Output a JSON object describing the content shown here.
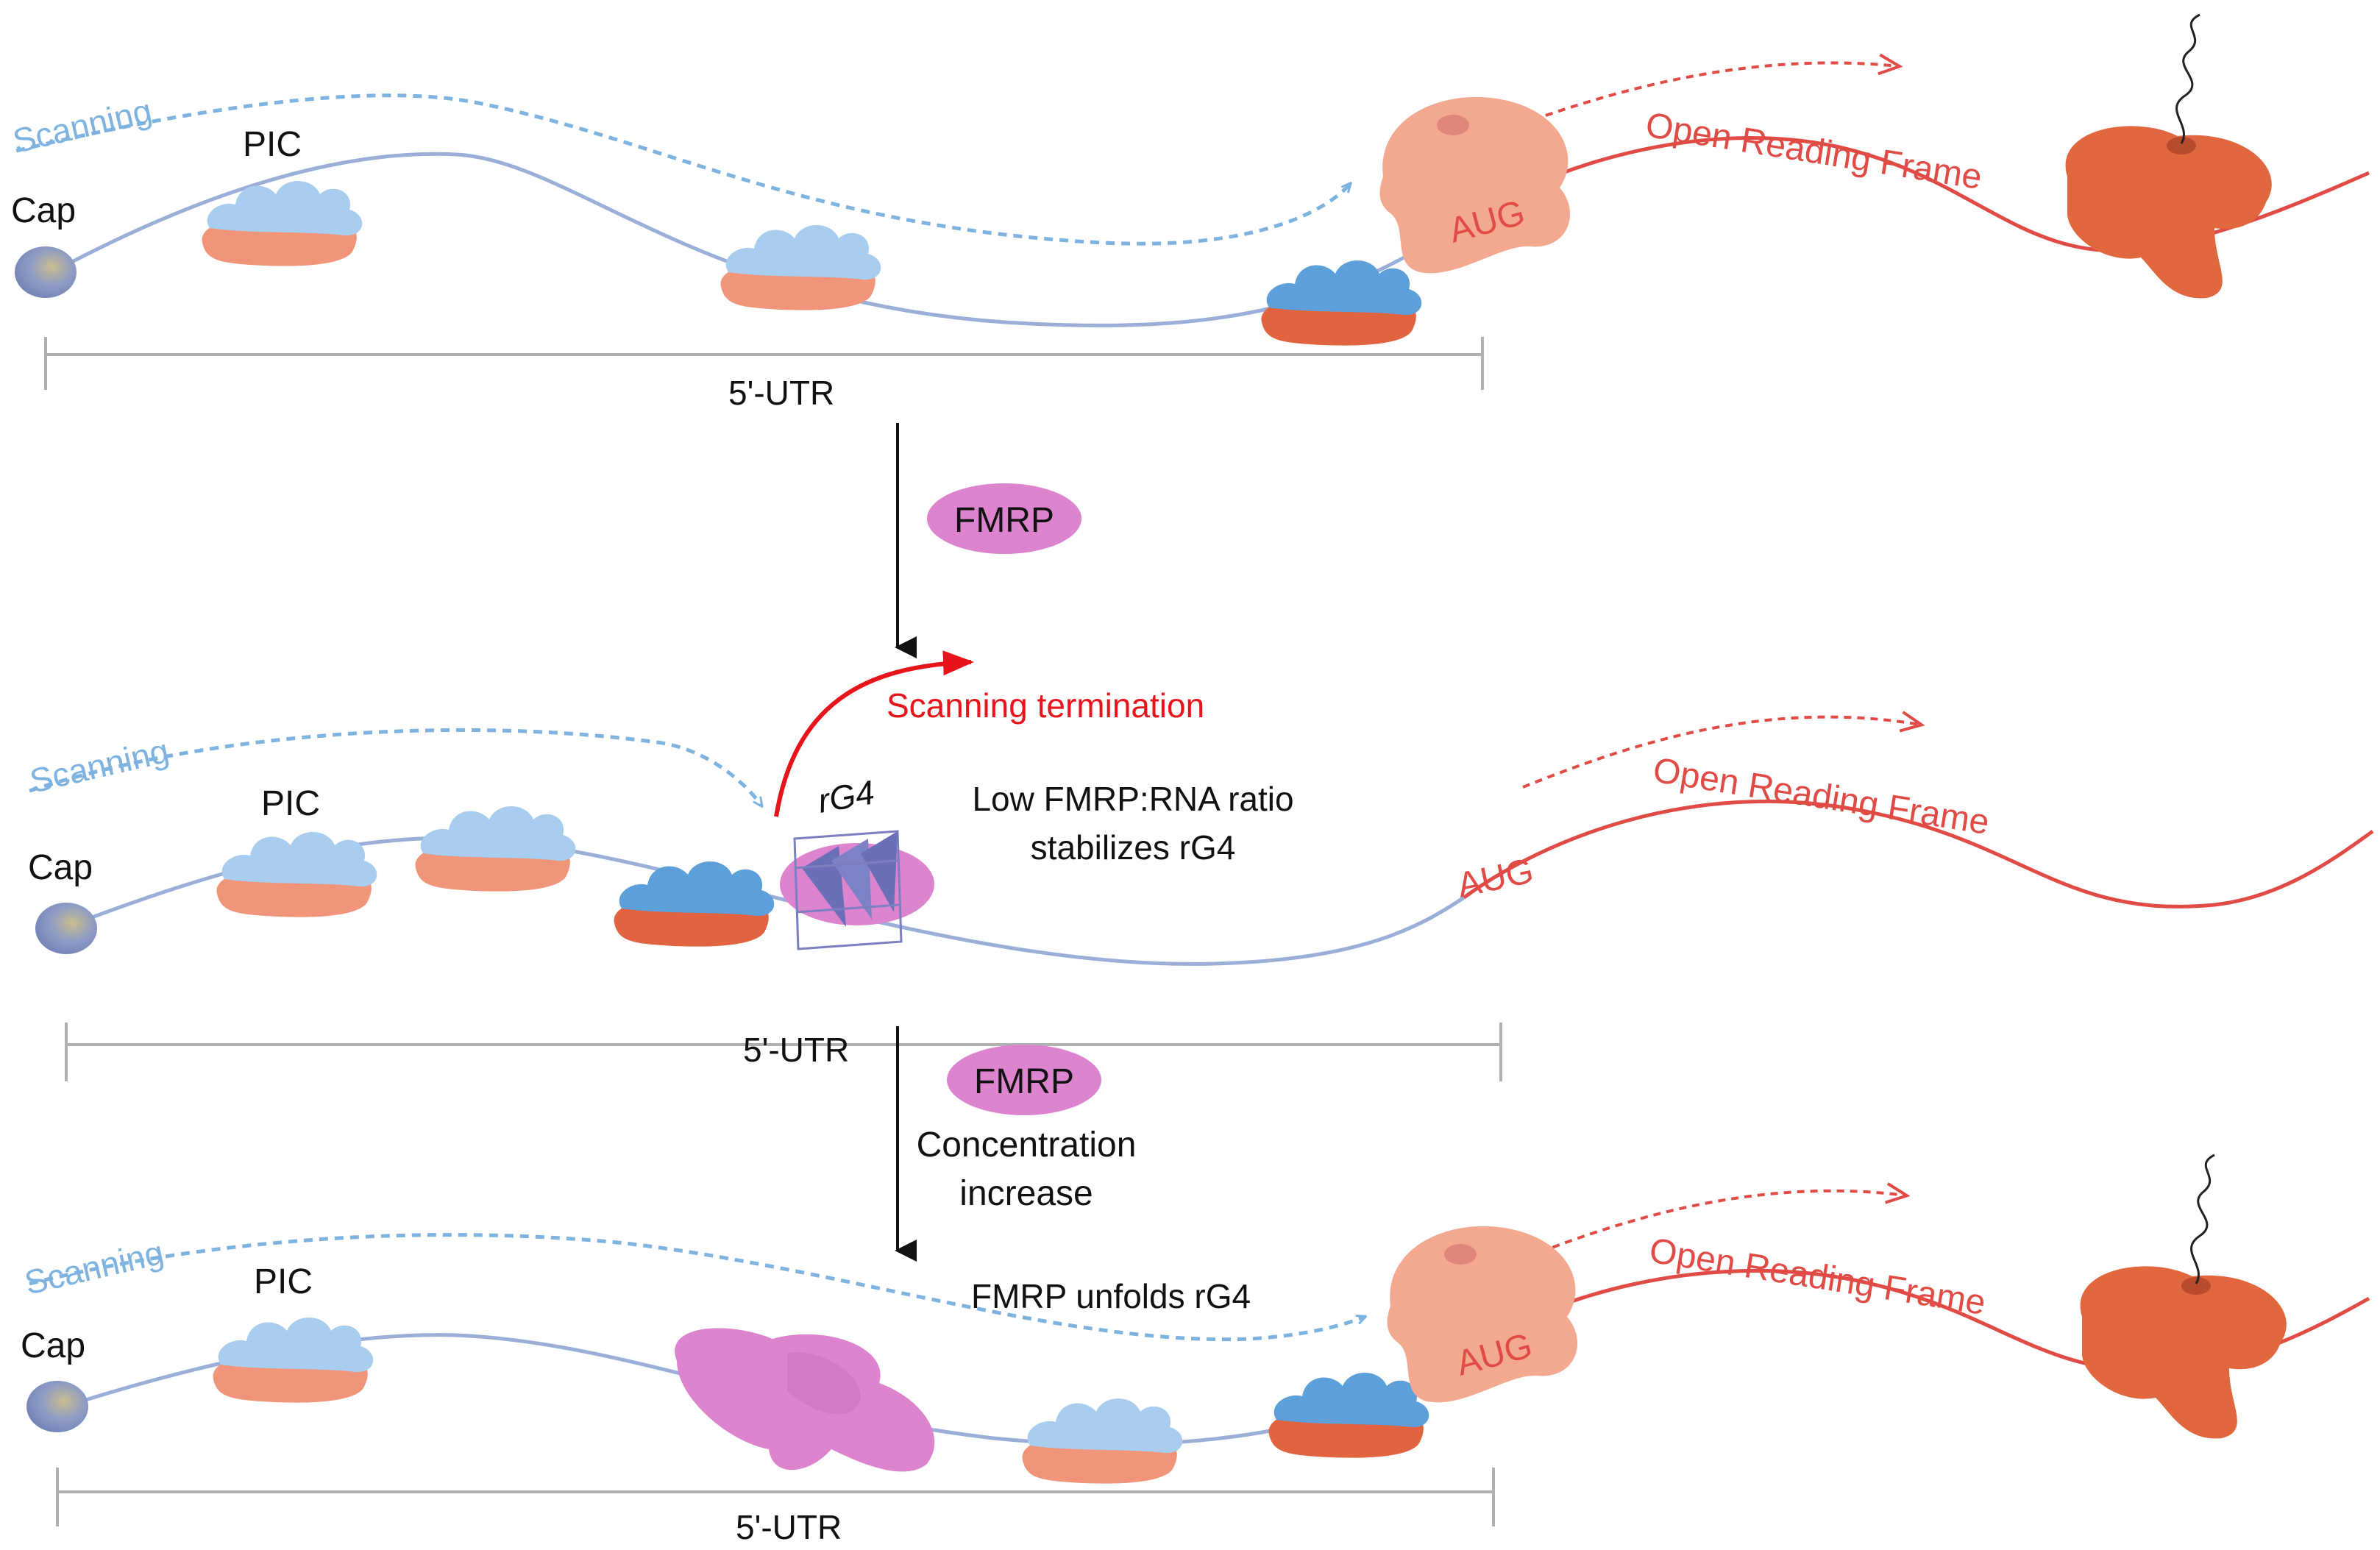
{
  "colors": {
    "mrna_utr": "#9aaed8",
    "orf": "#e04b45",
    "pic_small_light": "#a8cdee",
    "pic_large_light": "#f0957a",
    "pic_small_dark": "#5c9fd9",
    "pic_large_dark": "#e2633f",
    "ribosome_open": "#f2a990",
    "ribosome_elongating": "#e0673e",
    "fmrp": "#dd84cf",
    "scanning_arrow": "#7fb3df",
    "termination_arrow": "#e8141b",
    "scale_bar": "#b0b0b0"
  },
  "panels": [
    {
      "scanning_label": "Scanning",
      "pic_label": "PIC",
      "cap_label": "Cap",
      "aug_label": "AUG",
      "orf_label": "Open Reading Frame",
      "utr_label": "5'-UTR"
    },
    {
      "scanning_label": "Scanning",
      "pic_label": "PIC",
      "cap_label": "Cap",
      "aug_label": "AUG",
      "orf_label": "Open Reading Frame",
      "utr_label": "5'-UTR",
      "rg4_label": "rG4",
      "termination_label": "Scanning termination",
      "note_line1": "Low FMRP:RNA ratio",
      "note_line2": "stabilizes rG4"
    },
    {
      "scanning_label": "Scanning",
      "pic_label": "PIC",
      "cap_label": "Cap",
      "aug_label": "AUG",
      "orf_label": "Open Reading Frame",
      "utr_label": "5'-UTR",
      "note": "FMRP unfolds rG4"
    }
  ],
  "transitions": [
    {
      "protein": "FMRP"
    },
    {
      "protein": "FMRP",
      "note_line1": "Concentration",
      "note_line2": "increase"
    }
  ],
  "icons": [
    "cap-icon",
    "pic-icon",
    "ribosome-icon",
    "rg4-icon",
    "fmrp-icon",
    "nascent-peptide-icon"
  ]
}
